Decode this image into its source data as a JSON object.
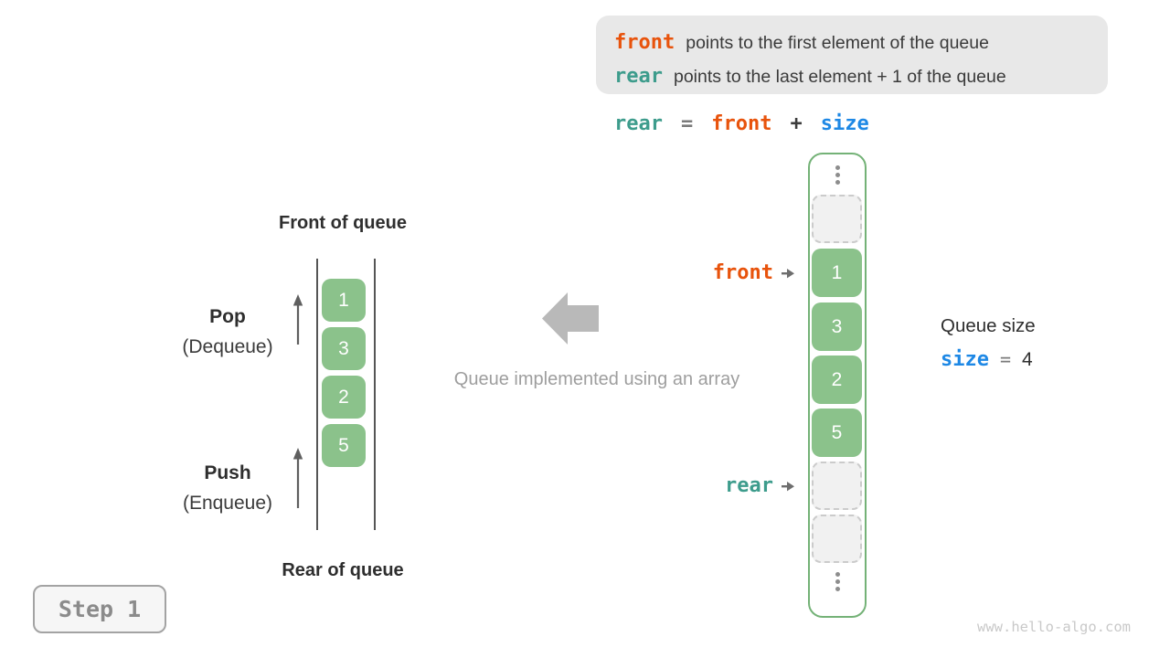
{
  "colors": {
    "orange": "#E8530C",
    "teal": "#3D9C8C",
    "blue": "#1E88E5",
    "cell_green": "#8BC28B",
    "container_border_green": "#74B277",
    "legend_bg": "#E8E8E8",
    "muted_gray": "#9E9E9E"
  },
  "legend": {
    "lines": [
      {
        "code": "front",
        "text": "points to the first element of the queue"
      },
      {
        "code": "rear",
        "text": "points to the last element + 1 of the queue"
      }
    ]
  },
  "formula": {
    "lhs": "rear",
    "eq": "=",
    "arg1": "front",
    "op": "+",
    "arg2": "size"
  },
  "left_queue": {
    "front_label": "Front of queue",
    "rear_label": "Rear of queue",
    "pop_title": "Pop",
    "pop_subtitle": "(Dequeue)",
    "push_title": "Push",
    "push_subtitle": "(Enqueue)",
    "values": [
      "1",
      "3",
      "2",
      "5"
    ]
  },
  "center_caption": "Queue implemented using an array",
  "array_view": {
    "values": [
      "1",
      "3",
      "2",
      "5"
    ],
    "front_pointer_label": "front",
    "rear_pointer_label": "rear"
  },
  "queue_size": {
    "title": "Queue size",
    "variable": "size",
    "eq": "=",
    "value": "4"
  },
  "step_badge": "Step 1",
  "watermark": "www.hello-algo.com",
  "icons": {
    "pointer_arrow": "right-arrowhead",
    "ellipsis": "vertical-dots",
    "pop_push_arrow": "up-arrow",
    "center_arrow": "left-block-arrow"
  }
}
